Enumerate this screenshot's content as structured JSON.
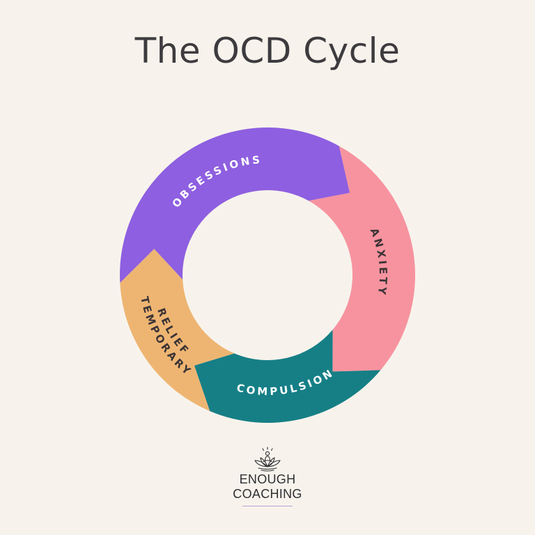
{
  "title": "The OCD Cycle",
  "segments": [
    {
      "id": "obsessions",
      "lines": [
        "OBSESSIONS"
      ],
      "color": "#8e5fe0",
      "text_color": "#ffffff"
    },
    {
      "id": "anxiety",
      "lines": [
        "ANXIETY"
      ],
      "color": "#f7939f",
      "text_color": "#3b3436"
    },
    {
      "id": "compulsion",
      "lines": [
        "COMPULSION"
      ],
      "color": "#167f86",
      "text_color": "#ffffff"
    },
    {
      "id": "temporary-relief",
      "lines": [
        "TEMPORARY",
        "RELIEF"
      ],
      "color": "#eeb572",
      "text_color": "#3b3436"
    }
  ],
  "brand": {
    "line1": "ENOUGH",
    "line2": "COACHING",
    "icon": "lotus-meditation-icon",
    "accent": "#b99fd6"
  }
}
